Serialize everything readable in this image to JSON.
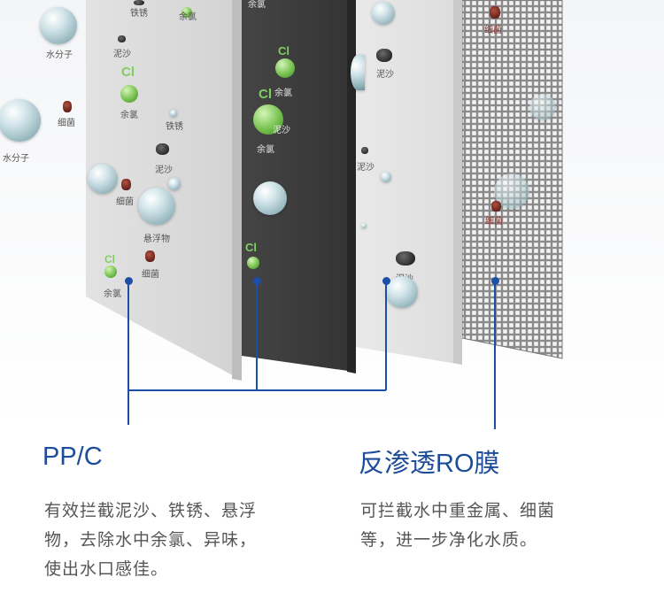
{
  "molecule_labels": {
    "water": "水分子",
    "bacteria": "细菌",
    "sediment": "泥沙",
    "rust": "铁锈",
    "chlorine": "余氯",
    "chlorine_symbol": "Cl",
    "suspended": "悬浮物"
  },
  "left_block": {
    "title": "PP/C",
    "desc_lines": [
      "有效拦截泥沙、铁锈、悬浮",
      "物，去除水中余氯、异味，",
      "使出水口感佳。"
    ]
  },
  "right_block": {
    "title": "反渗透RO膜",
    "desc_lines": [
      "可拦截水中重金属、细菌",
      "等，进一步净化水质。"
    ]
  },
  "colors": {
    "accent_blue": "#1d4d9a",
    "line_blue": "#1b4fa8",
    "panel_grey": "#d8d8d8",
    "panel_dark": "#3b3b3b",
    "chlorine_green": "#7fcf60"
  },
  "icons": [
    "water-droplet-icon",
    "sediment-grain-icon",
    "bacteria-icon",
    "chlorine-ball-icon",
    "mesh-membrane-icon"
  ]
}
